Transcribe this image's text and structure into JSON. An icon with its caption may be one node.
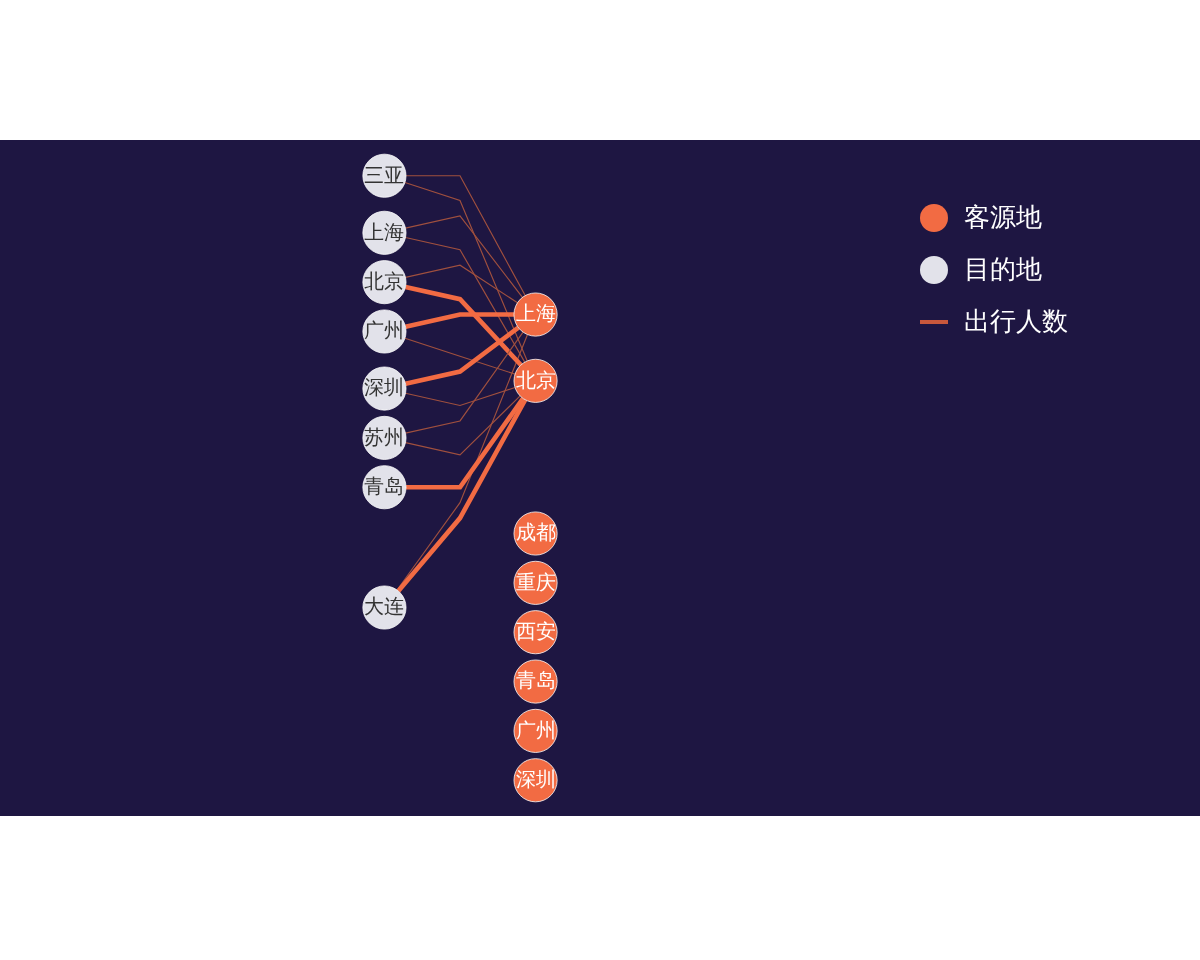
{
  "diagram": {
    "nodes": [
      {
        "text": [
          "大连"
        ]
      },
      {
        "text": [
          "三亚"
        ]
      },
      {
        "text": [
          "上海"
        ]
      },
      {
        "text": [
          "北京"
        ]
      },
      {
        "text": [
          "广州"
        ]
      },
      {
        "text": [
          "深圳"
        ]
      },
      {
        "text": [
          "青岛"
        ]
      },
      {
        "text": [
          "苏州"
        ]
      },
      {
        "text": [
          "成都"
        ]
      },
      {
        "text": [
          "重庆"
        ]
      },
      {
        "text": [
          "西安"
        ]
      },
      {
        "text": [
          "上海"
        ]
      },
      {
        "text": [
          "青岛"
        ]
      },
      {
        "text": [
          "北京"
        ]
      },
      {
        "text": [
          "广州"
        ]
      },
      {
        "text": [
          "深圳"
        ]
      }
    ],
    "edges": [
      {
        "from": 0,
        "to": 11,
        "arrow": "none"
      },
      {
        "from": 0,
        "to": 13,
        "arrow": "none",
        "style": "thick"
      },
      {
        "from": 1,
        "to": 11,
        "arrow": "none"
      },
      {
        "from": 1,
        "to": 13,
        "arrow": "none"
      },
      {
        "from": 2,
        "to": 11,
        "arrow": "none"
      },
      {
        "from": 2,
        "to": 13,
        "arrow": "none"
      },
      {
        "from": 3,
        "to": 11,
        "arrow": "none"
      },
      {
        "from": 3,
        "to": 13,
        "arrow": "none",
        "style": "thick"
      },
      {
        "from": 4,
        "to": 11,
        "arrow": "none",
        "style": "thick"
      },
      {
        "from": 4,
        "to": 13,
        "arrow": "none"
      },
      {
        "from": 5,
        "to": 11,
        "arrow": "none",
        "style": "thick"
      },
      {
        "from": 5,
        "to": 13,
        "arrow": "none"
      },
      {
        "from": 6,
        "to": 13,
        "arrow": "none",
        "style": "thick"
      },
      {
        "from": 7,
        "to": 11,
        "arrow": "none"
      },
      {
        "from": 7,
        "to": 13,
        "arrow": "none"
      }
    ],
    "legend": [
      {
        "text": "客源地",
        "color": "#f26b43"
      },
      {
        "text": "目的地",
        "color": "#e2e2ea"
      },
      {
        "text": "出行人数"
      }
    ]
  }
}
